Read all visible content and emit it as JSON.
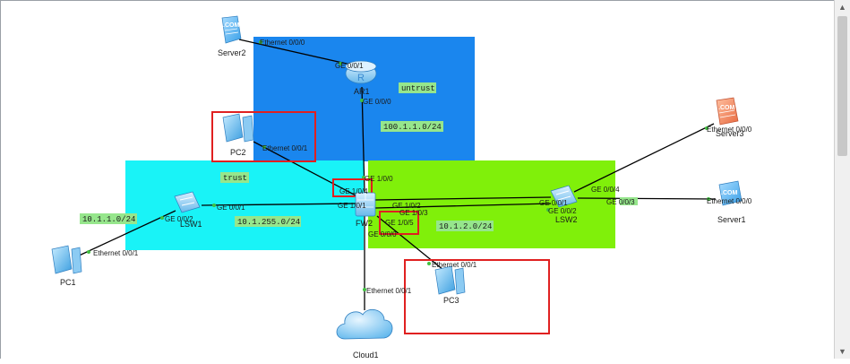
{
  "zones": {
    "untrust": "untrust",
    "trust": "trust"
  },
  "networks": {
    "n100": "100.1.1.0/24",
    "n10_1_1": "10.1.1.0/24",
    "n10_1_255": "10.1.255.0/24",
    "n10_1_2": "10.1.2.0/24"
  },
  "devices": {
    "server2": "Server2",
    "ar1": "AR1",
    "pc2": "PC2",
    "lsw1": "LSW1",
    "pc1": "PC1",
    "fw2": "FW2",
    "lsw2": "LSW2",
    "server3": "Server3",
    "server1": "Server1",
    "pc3": "PC3",
    "cloud1": "Cloud1",
    "router_glyph": "R",
    "server_badge": ".COM"
  },
  "ports": {
    "server2_eth": "Ethernet 0/0/0",
    "ar1_ge001": "GE 0/0/1",
    "ar1_ge000": "GE 0/0/0",
    "pc2_eth": "Ethernet 0/0/1",
    "fw_ge100": "GE 1/0/0",
    "fw_ge104": "GE 1/0/4",
    "fw_ge101": "GE 1/0/1",
    "fw_ge102": "GE 1/0/2",
    "fw_ge103": "GE 1/0/3",
    "fw_ge105": "GE 1/0/5",
    "fw_ge000": "GE 0/0/0",
    "lsw1_ge001": "GE 0/0/1",
    "lsw1_ge002": "GE 0/0/2",
    "pc1_eth": "Ethernet 0/0/1",
    "lsw2_ge001": "GE 0/0/1",
    "lsw2_ge002": "GE 0/0/2",
    "lsw2_ge003": "GE 0/0/3",
    "lsw2_ge004": "GE 0/0/4",
    "server3_eth": "Ethernet 0/0/0",
    "server1_eth": "Ethernet 0/0/0",
    "pc3_eth": "Ethernet 0/0/1",
    "cloud_eth": "Ethernet 0/0/1"
  },
  "colors": {
    "untrust_zone": "#1a86ee",
    "trust_zone": "#19f3f7",
    "lan2_zone": "#80f00a",
    "label_bg": "#96e68c",
    "highlight": "#e02020",
    "link": "#000000",
    "port_dot": "#40c040"
  }
}
